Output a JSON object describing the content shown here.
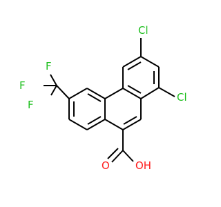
{
  "molecule": {
    "atoms": {
      "cl1": "Cl",
      "cl2": "Cl",
      "f1": "F",
      "f2": "F",
      "f3": "F",
      "o1": "O",
      "o2": "OH"
    },
    "colors": {
      "bond": "#000000",
      "halogen": "#1fbf1f",
      "oxygen": "#ff1f1f"
    }
  }
}
